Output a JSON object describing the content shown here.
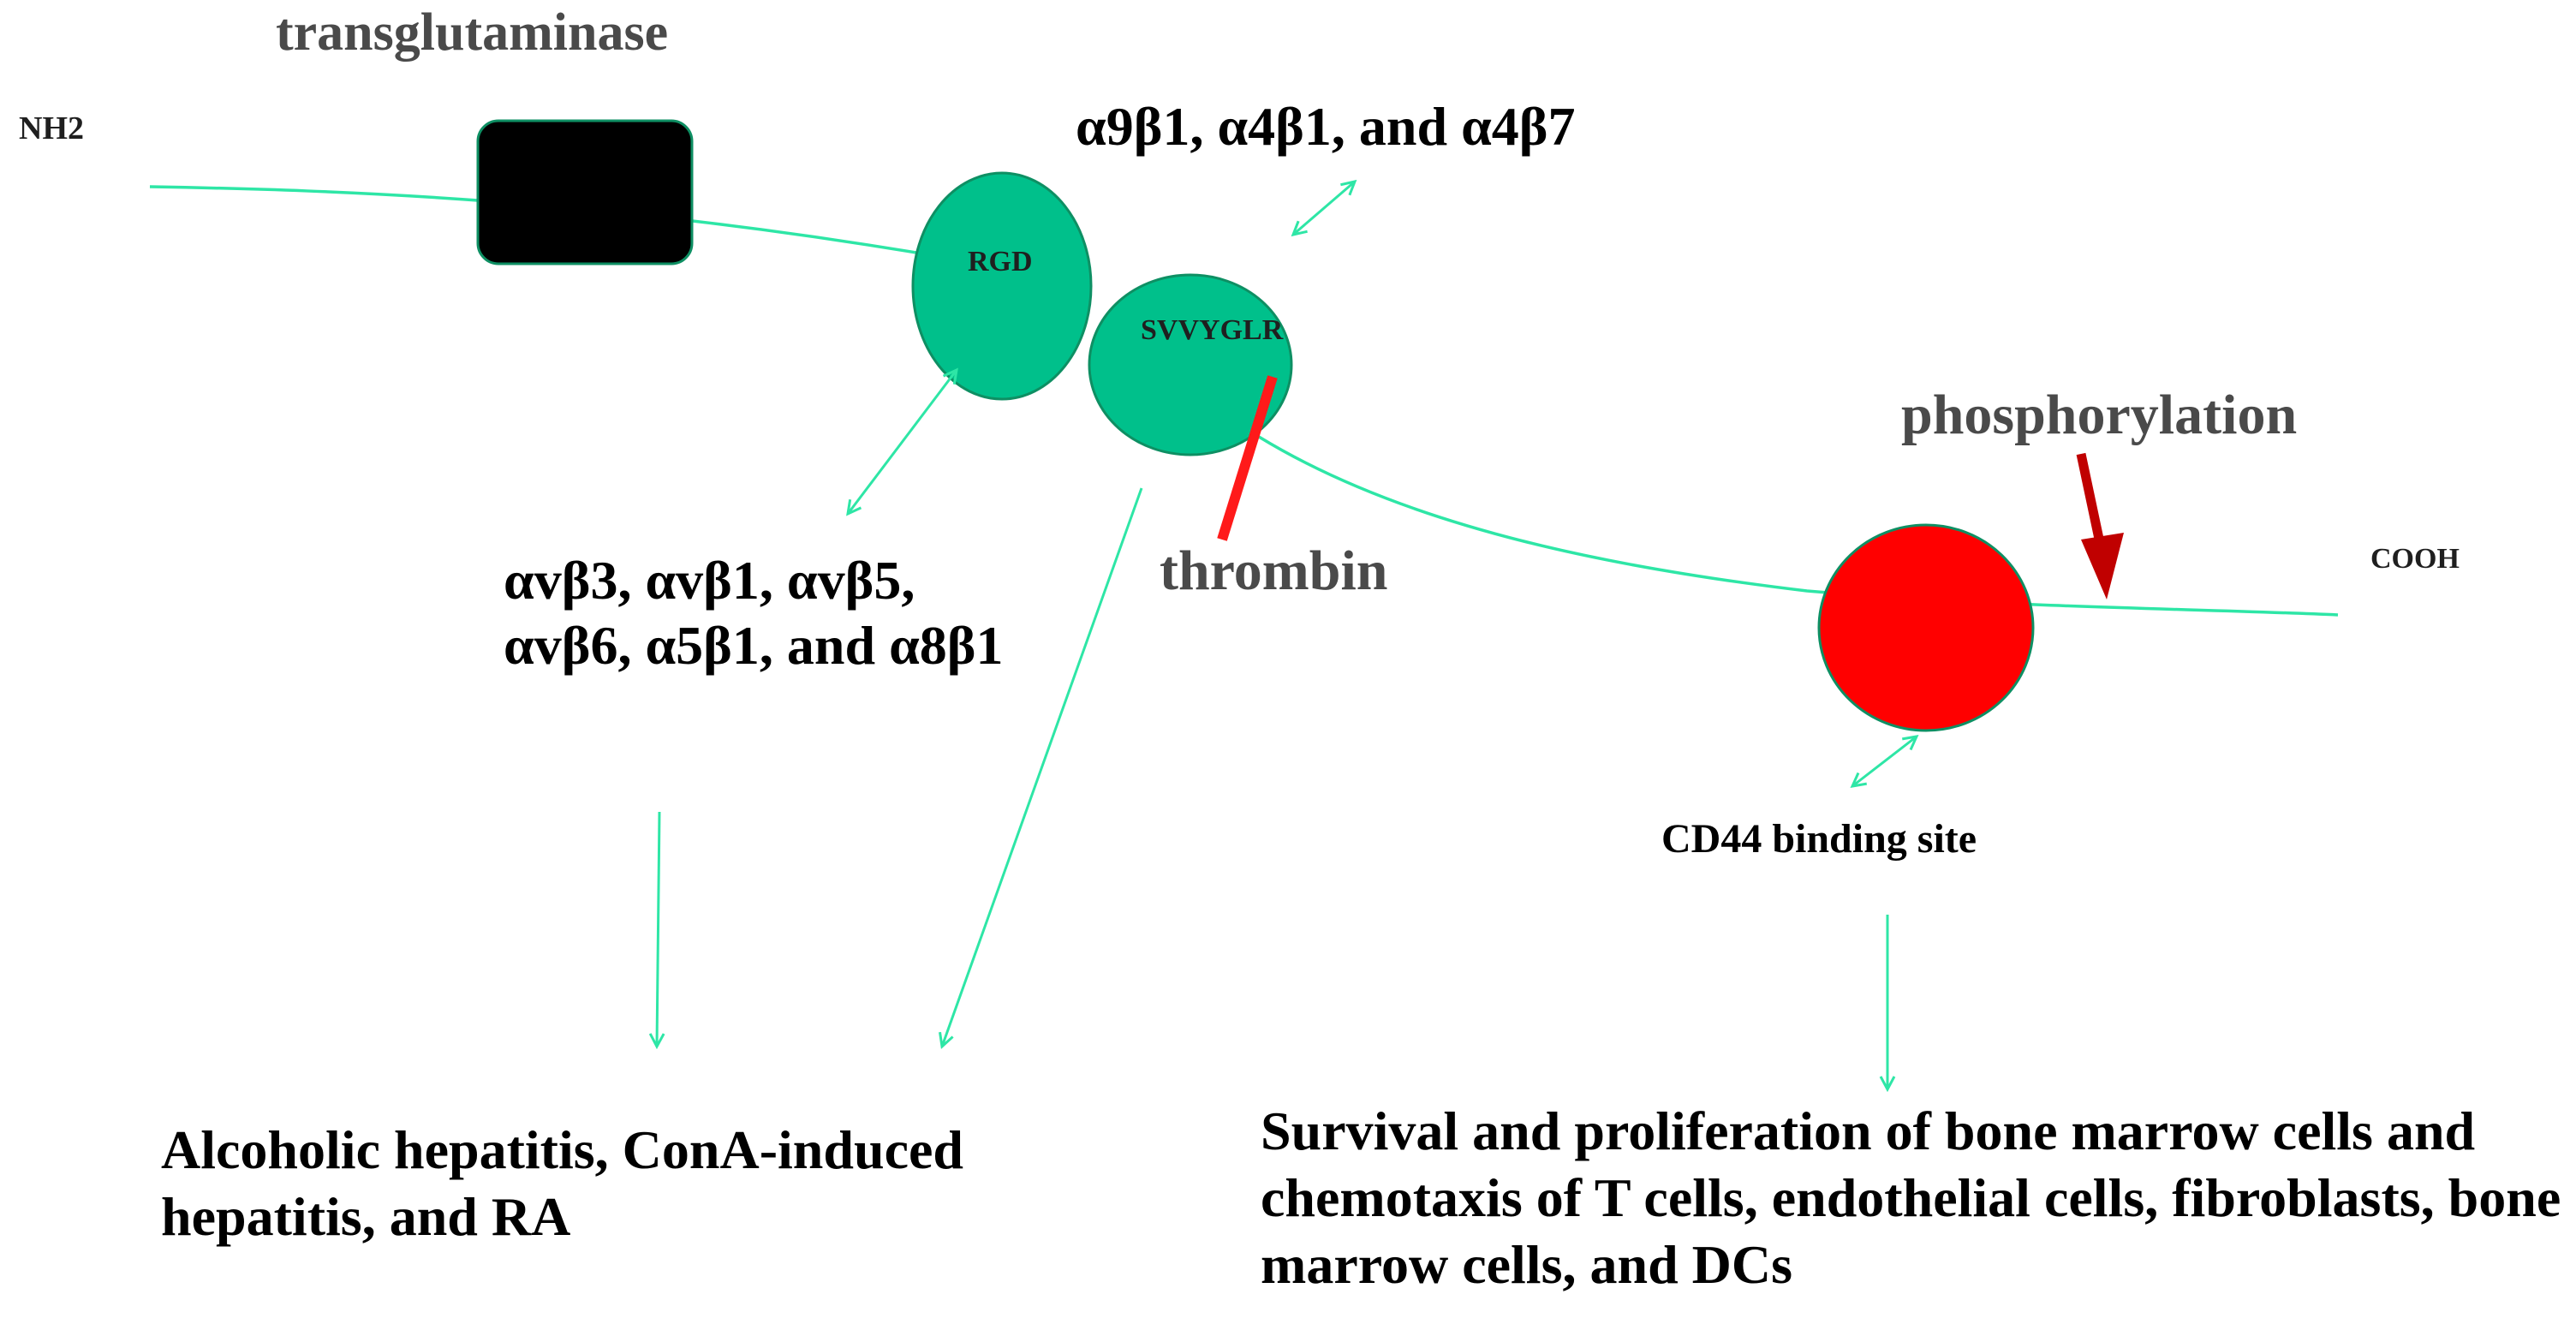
{
  "colors": {
    "line": "#2ee6a6",
    "domain_fill": "#00c08b",
    "domain_stroke": "#0e8f63",
    "cd44_fill": "#ff0000",
    "thrombin_cut": "#ff1a1a",
    "phospho_arrow": "#c00000",
    "tg_fill": "#000000"
  },
  "labels": {
    "nh2": "NH2",
    "cooh": "COOH",
    "transglutaminase": "transglutaminase",
    "rgd": "RGD",
    "svvyglr": "SVVYGLR",
    "integrins_svvyglr": "α9β1, α4β1, and α4β7",
    "integrins_rgd": "αvβ3, αvβ1, αvβ5, αvβ6, α5β1, and α8β1",
    "thrombin": "thrombin",
    "phosphorylation": "phosphorylation",
    "cd44": "CD44 binding site",
    "outcome_hepatitis": "Alcoholic hepatitis, ConA-induced hepatitis, and RA",
    "outcome_cd44": "Survival and proliferation of bone marrow cells and chemotaxis of T cells, endothelial cells, fibroblasts, bone marrow cells, and DCs"
  }
}
